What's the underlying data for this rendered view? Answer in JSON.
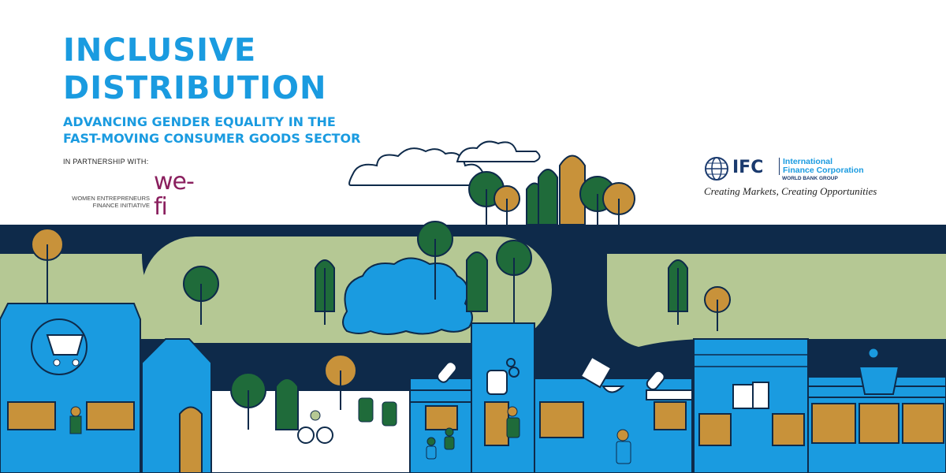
{
  "title": {
    "line1": "INCLUSIVE",
    "line2": "DISTRIBUTION"
  },
  "subtitle": {
    "line1": "ADVANCING GENDER EQUALITY IN THE",
    "line2": "FAST-MOVING CONSUMER GOODS SECTOR"
  },
  "partnership": {
    "label": "IN PARTNERSHIP WITH:",
    "partner_logo": "we-fi",
    "partner_tagline_1": "WOMEN ENTREPRENEURS",
    "partner_tagline_2": "FINANCE INITIATIVE"
  },
  "ifc": {
    "abbr": "IFC",
    "name_1": "International",
    "name_2": "Finance Corporation",
    "group": "WORLD BANK GROUP",
    "slogan": "Creating Markets, Creating Opportunities"
  },
  "colors": {
    "brand_blue": "#1a9be0",
    "navy": "#0e2a4a",
    "park_green": "#b5c894",
    "tree_green": "#1f6b3a",
    "tree_ochre": "#c8923a",
    "wefi_magenta": "#8a1f5e"
  },
  "icons": [
    "shopping-cart-icon",
    "popsicle-icon",
    "bottle-icon",
    "basket-icon",
    "globe-icon"
  ]
}
